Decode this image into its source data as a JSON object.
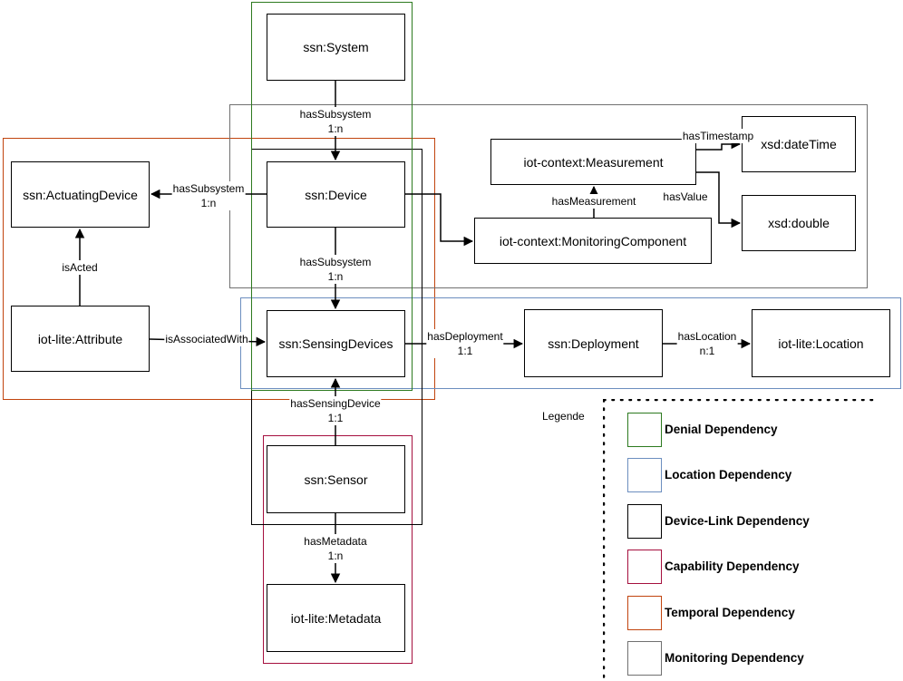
{
  "colors": {
    "denial": "#2d7a1f",
    "location": "#6c8ebf",
    "device_link": "#000000",
    "capability": "#a50f3e",
    "temporal": "#c1440e",
    "monitoring": "#707070"
  },
  "nodes": {
    "system": "ssn:System",
    "device": "ssn:Device",
    "actuating_device": "ssn:ActuatingDevice",
    "attribute": "iot-lite:Attribute",
    "sensing_devices": "ssn:SensingDevices",
    "sensor": "ssn:Sensor",
    "metadata": "iot-lite:Metadata",
    "measurement": "iot-context:Measurement",
    "monitoring_component": "iot-context:MonitoringComponent",
    "datetime": "xsd:dateTime",
    "double": "xsd:double",
    "deployment": "ssn:Deployment",
    "location": "iot-lite:Location"
  },
  "edges": {
    "system_device": {
      "name": "hasSubsystem",
      "card": "1:n"
    },
    "device_actuating": {
      "name": "hasSubsystem",
      "card": "1:n"
    },
    "device_sensing": {
      "name": "hasSubsystem",
      "card": "1:n"
    },
    "attribute_actuating": {
      "name": "isActed"
    },
    "attribute_sensing": {
      "name": "isAssociatedWith"
    },
    "sensing_deployment": {
      "name": "hasDeployment",
      "card": "1:1"
    },
    "deployment_location": {
      "name": "hasLocation",
      "card": "n:1"
    },
    "sensor_sensing": {
      "name": "hasSensingDevice",
      "card": "1:1"
    },
    "sensor_metadata": {
      "name": "hasMetadata",
      "card": "1:n"
    },
    "monitoring_measurement": {
      "name": "hasMeasurement"
    },
    "measurement_datetime": {
      "name": "hasTimestamp"
    },
    "measurement_double": {
      "name": "hasValue"
    }
  },
  "legend": {
    "title": "Legende",
    "items": [
      {
        "label": "Denial Dependency",
        "color_key": "denial"
      },
      {
        "label": "Location Dependency",
        "color_key": "location"
      },
      {
        "label": "Device-Link Dependency",
        "color_key": "device_link"
      },
      {
        "label": "Capability Dependency",
        "color_key": "capability"
      },
      {
        "label": "Temporal Dependency",
        "color_key": "temporal"
      },
      {
        "label": "Monitoring Dependency",
        "color_key": "monitoring"
      }
    ]
  }
}
